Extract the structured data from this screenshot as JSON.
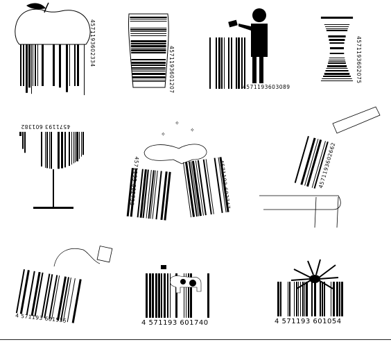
{
  "barcodes": [
    {
      "number": "4571193602334"
    },
    {
      "number": "4571193601207"
    },
    {
      "number": "4571193603089"
    },
    {
      "number": "4571193602075"
    },
    {
      "number": "4571193 601382"
    },
    {
      "number": "4571193 602730"
    },
    {
      "number": "4571193 602747"
    },
    {
      "number": "4571193602662"
    },
    {
      "number": "4 571193 601535"
    },
    {
      "number": "4 571193 601740"
    },
    {
      "number": "4 571193 601054"
    }
  ]
}
